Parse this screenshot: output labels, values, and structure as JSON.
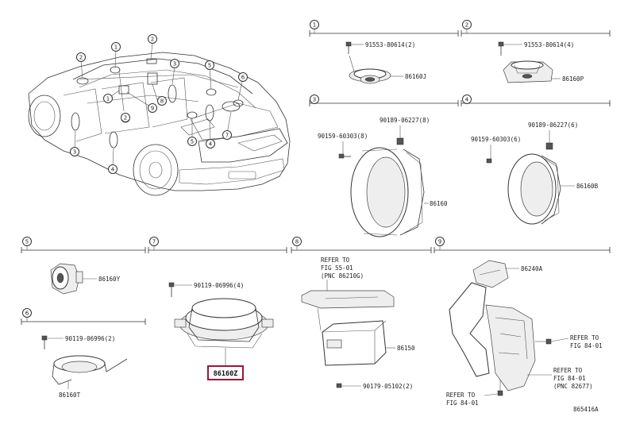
{
  "callouts": {
    "c1": "1",
    "c2": "2",
    "c3": "3",
    "c4": "4",
    "c5": "5",
    "c6": "6",
    "c7": "7",
    "c8": "8",
    "c9": "9"
  },
  "sections": {
    "s1": {
      "bolt": "91553-80614(2)",
      "part": "86160J"
    },
    "s2": {
      "bolt": "91553-80614(4)",
      "part": "86160P"
    },
    "s3": {
      "clip": "90189-06227(8)",
      "bolt": "90159-60303(8)",
      "part": "86160"
    },
    "s4": {
      "clip": "90189-06227(6)",
      "bolt": "90159-60303(6)",
      "part": "86160B"
    },
    "s5": {
      "part": "86160Y"
    },
    "s6": {
      "bolt": "90119-06996(2)",
      "part": "86160T"
    },
    "s7": {
      "bolt": "90119-06996(4)",
      "part": "86160Z"
    },
    "s8": {
      "ref1": "REFER TO",
      "ref2": "FIG 55-01",
      "ref3": "(PNC 86210G)",
      "bolt": "90179-05102(2)",
      "part": "86150"
    },
    "s9": {
      "part": "86240A",
      "refa1": "REFER TO",
      "refa2": "FIG 84-01",
      "refb1": "REFER TO",
      "refb2": "FIG 84-01",
      "refb3": "(PNC 82677)",
      "refc1": "REFER TO",
      "refc2": "FIG 84-01"
    }
  },
  "footer": {
    "code": "865416A"
  },
  "highlight_color": "#a3123a"
}
